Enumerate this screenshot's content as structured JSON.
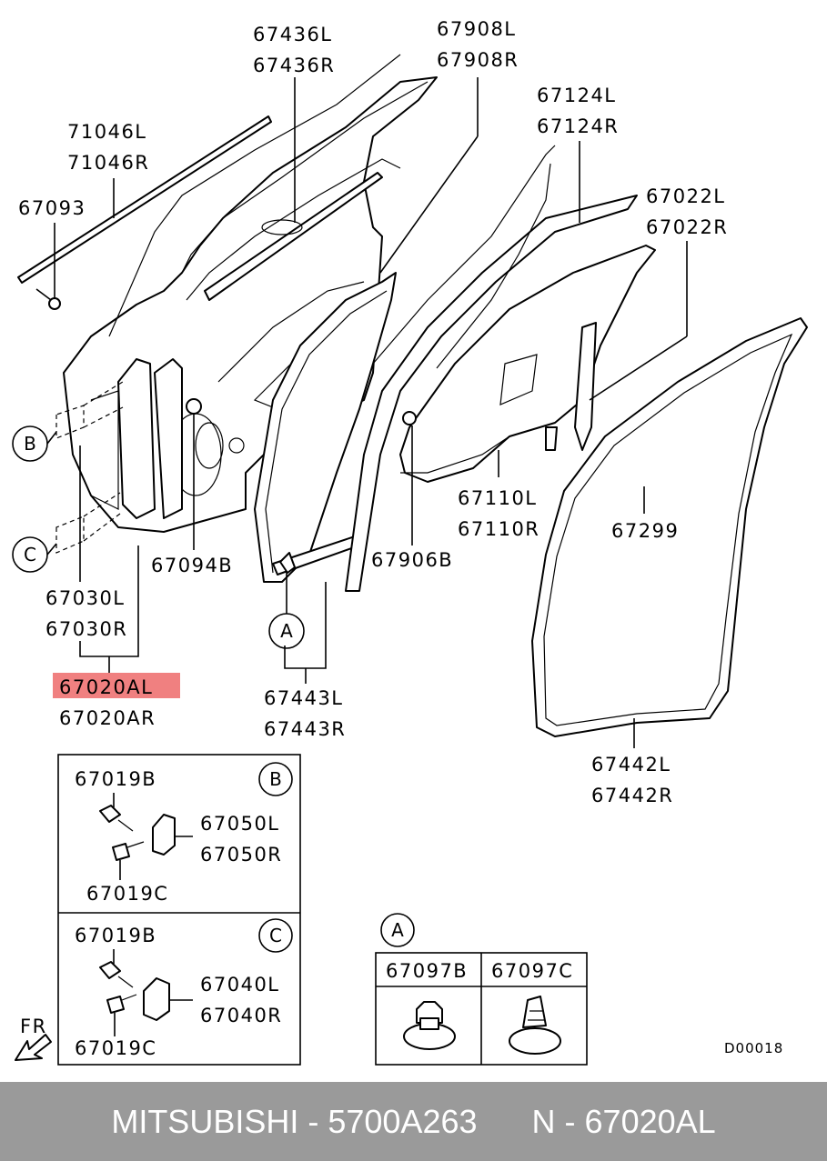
{
  "callouts": {
    "p67436": [
      "67436L",
      "67436R"
    ],
    "p67908": [
      "67908L",
      "67908R"
    ],
    "p71046": [
      "71046L",
      "71046R"
    ],
    "p67093": "67093",
    "p67124": [
      "67124L",
      "67124R"
    ],
    "p67022": [
      "67022L",
      "67022R"
    ],
    "p67110": [
      "67110L",
      "67110R"
    ],
    "p67299": "67299",
    "p67906B": "67906B",
    "p67094B": "67094B",
    "p67030": [
      "67030L",
      "67030R"
    ],
    "p67020": [
      "67020AL",
      "67020AR"
    ],
    "p67443": [
      "67443L",
      "67443R"
    ],
    "p67442": [
      "67442L",
      "67442R"
    ]
  },
  "highlight": {
    "part": "67020AL",
    "color": "#f08080"
  },
  "circles": {
    "b": "B",
    "c": "C",
    "a": "A"
  },
  "detail_b": {
    "tag": "B",
    "bolt_top": "67019B",
    "bolt_bottom": "67019C",
    "hinge": [
      "67050L",
      "67050R"
    ]
  },
  "detail_c": {
    "tag": "C",
    "bolt_top": "67019B",
    "bolt_bottom": "67019C",
    "hinge": [
      "67040L",
      "67040R"
    ]
  },
  "detail_a": {
    "tag": "A",
    "columns": [
      "67097B",
      "67097C"
    ]
  },
  "direction": "FR",
  "diagram_code": "D00018",
  "footer": {
    "brand": "MITSUBISHI",
    "part_number": "5700A263",
    "ref": "N - 67020AL"
  }
}
